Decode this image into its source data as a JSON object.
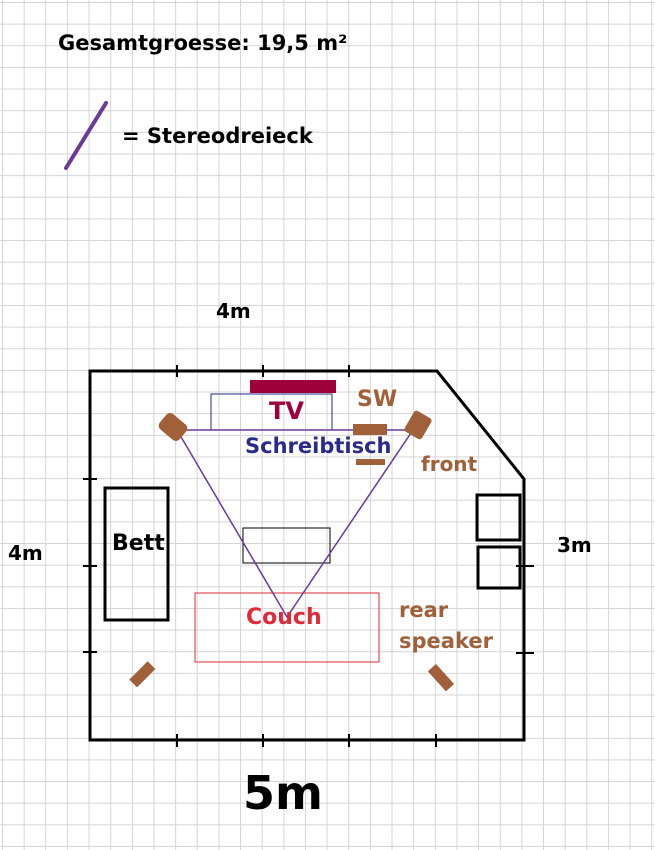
{
  "title": "Gesamtgroesse: 19,5 m²",
  "legend": {
    "label": "= Stereodreieck",
    "line_color": "#6a3a9a"
  },
  "dimensions": {
    "top": "4m",
    "left": "4m",
    "right": "3m",
    "bottom": "5m"
  },
  "labels": {
    "tv": "TV",
    "desk": "Schreibtisch",
    "subwoofer": "SW",
    "front": "front",
    "rear_line1": "rear",
    "rear_line2": "speaker",
    "bed": "Bett",
    "couch": "Couch"
  },
  "colors": {
    "speaker": "#a0603a",
    "tv": "#a0003a",
    "desk": "#2a2a8a",
    "couch": "#e02a3a"
  }
}
